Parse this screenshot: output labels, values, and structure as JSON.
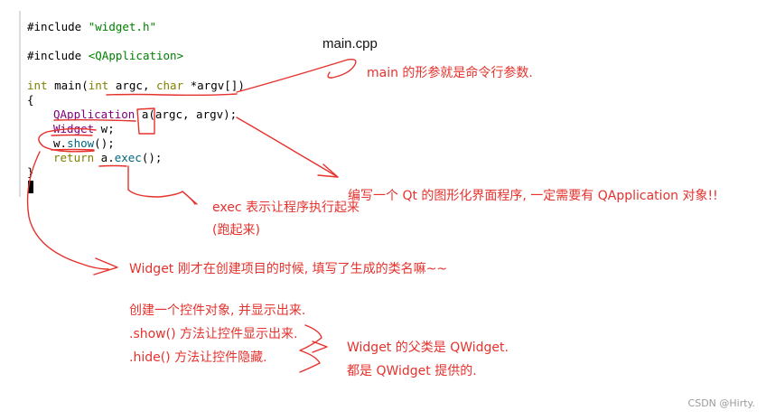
{
  "editor": {
    "include_widget": "#include",
    "include_widget_file": "\"widget.h\"",
    "include_qapp": "#include",
    "include_qapp_file": "<QApplication>",
    "main_int": "int",
    "main_name": " main(",
    "main_int2": "int",
    "main_argc": " argc, ",
    "main_char": "char",
    "main_argv": " *argv[])",
    "brace_open": "{",
    "qapp_type": "QApplication",
    "qapp_rest": " a(argc, argv);",
    "widget_type": "Widget",
    "widget_rest": " w;",
    "show_obj": "w.",
    "show_fn": "show",
    "show_rest": "();",
    "return_kw": "return",
    "return_obj": " a.",
    "return_fn": "exec",
    "return_rest": "();",
    "brace_close": "}"
  },
  "annotations": {
    "filename": "main.cpp",
    "main_params": "main 的形参就是命令行参数.",
    "qapp_required": "编写一个 Qt 的图形化界面程序, 一定需要有 QApplication 对象!!",
    "exec_line1": "exec 表示让程序执行起来",
    "exec_line2": "(跑起来)",
    "widget_class": "Widget 刚才在创建项目的时候, 填写了生成的类名嘛~~",
    "create_widget": "创建一个控件对象, 并显示出来.",
    "show_method": ".show() 方法让控件显示出来.",
    "hide_method": ".hide() 方法让控件隐藏.",
    "parent_class1": "Widget 的父类是 QWidget.",
    "parent_class2": "都是 QWidget 提供的."
  },
  "watermark": "CSDN @Hirty.",
  "colors": {
    "annotation_red": "#e5322d",
    "keyword": "#808000",
    "string": "#008000",
    "type": "#800080",
    "function": "#00677c"
  }
}
